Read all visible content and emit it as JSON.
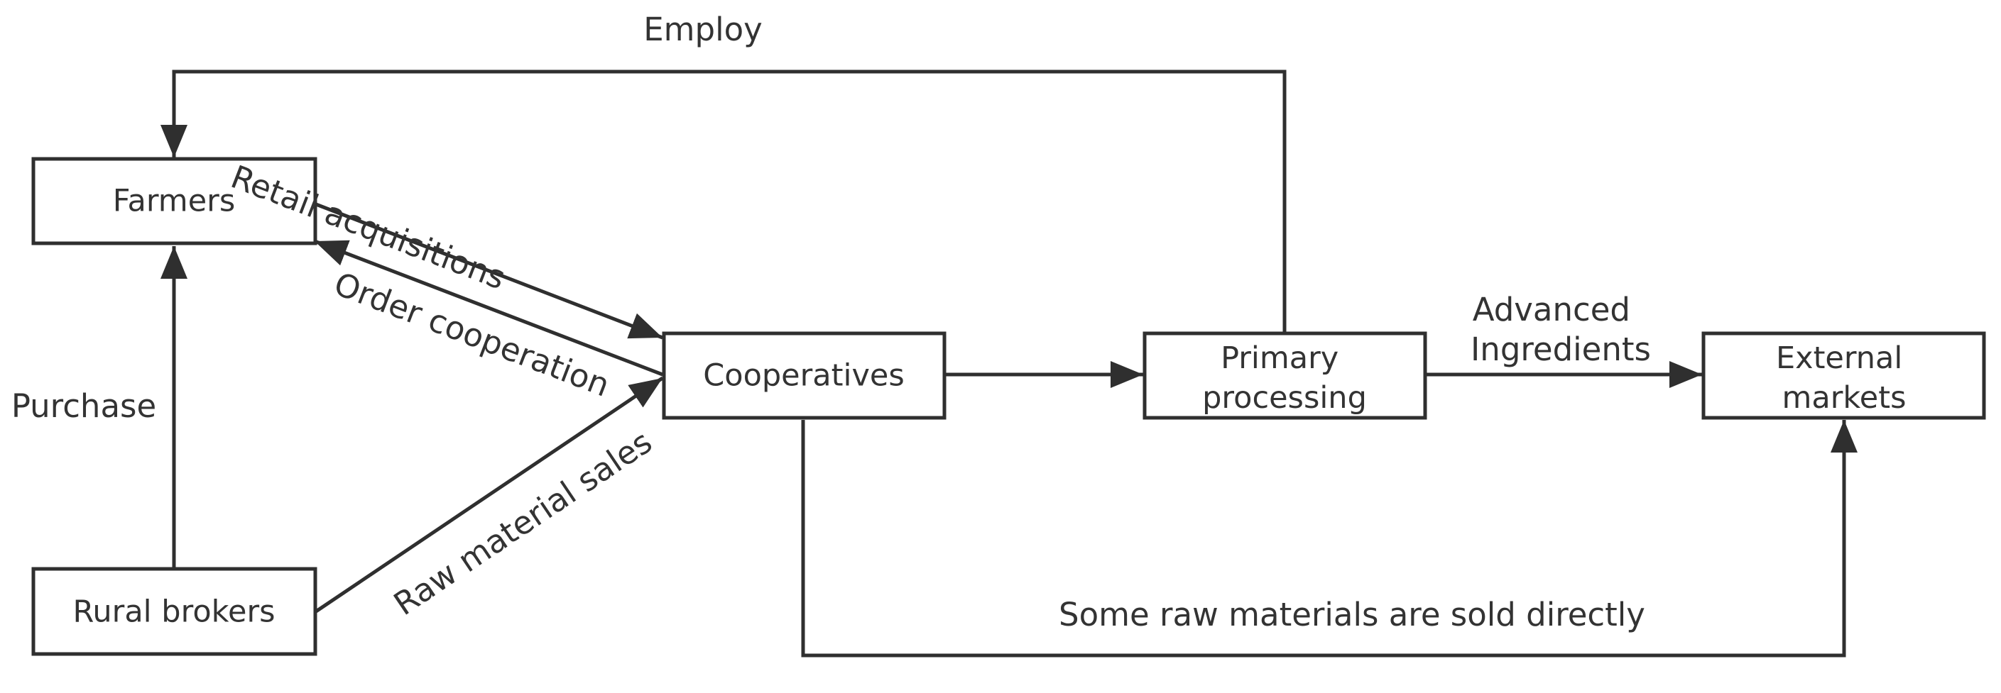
{
  "diagram": {
    "nodes": {
      "farmers": "Farmers",
      "rural_brokers": "Rural brokers",
      "cooperatives": "Cooperatives",
      "primary_processing": [
        "Primary",
        "processing"
      ],
      "external_markets": [
        "External",
        "markets"
      ]
    },
    "edges": {
      "employ": "Employ",
      "purchase": "Purchase",
      "retail_acquisitions": "Retail acquisitions",
      "order_cooperation": "Order cooperation",
      "raw_material_sales": "Raw material sales",
      "advanced_ingredients": [
        "Advanced",
        "Ingredients"
      ],
      "sold_directly": "Some raw materials are sold directly"
    },
    "colors": {
      "stroke": "#2f2f2f",
      "text": "#333333",
      "background": "#ffffff"
    }
  }
}
